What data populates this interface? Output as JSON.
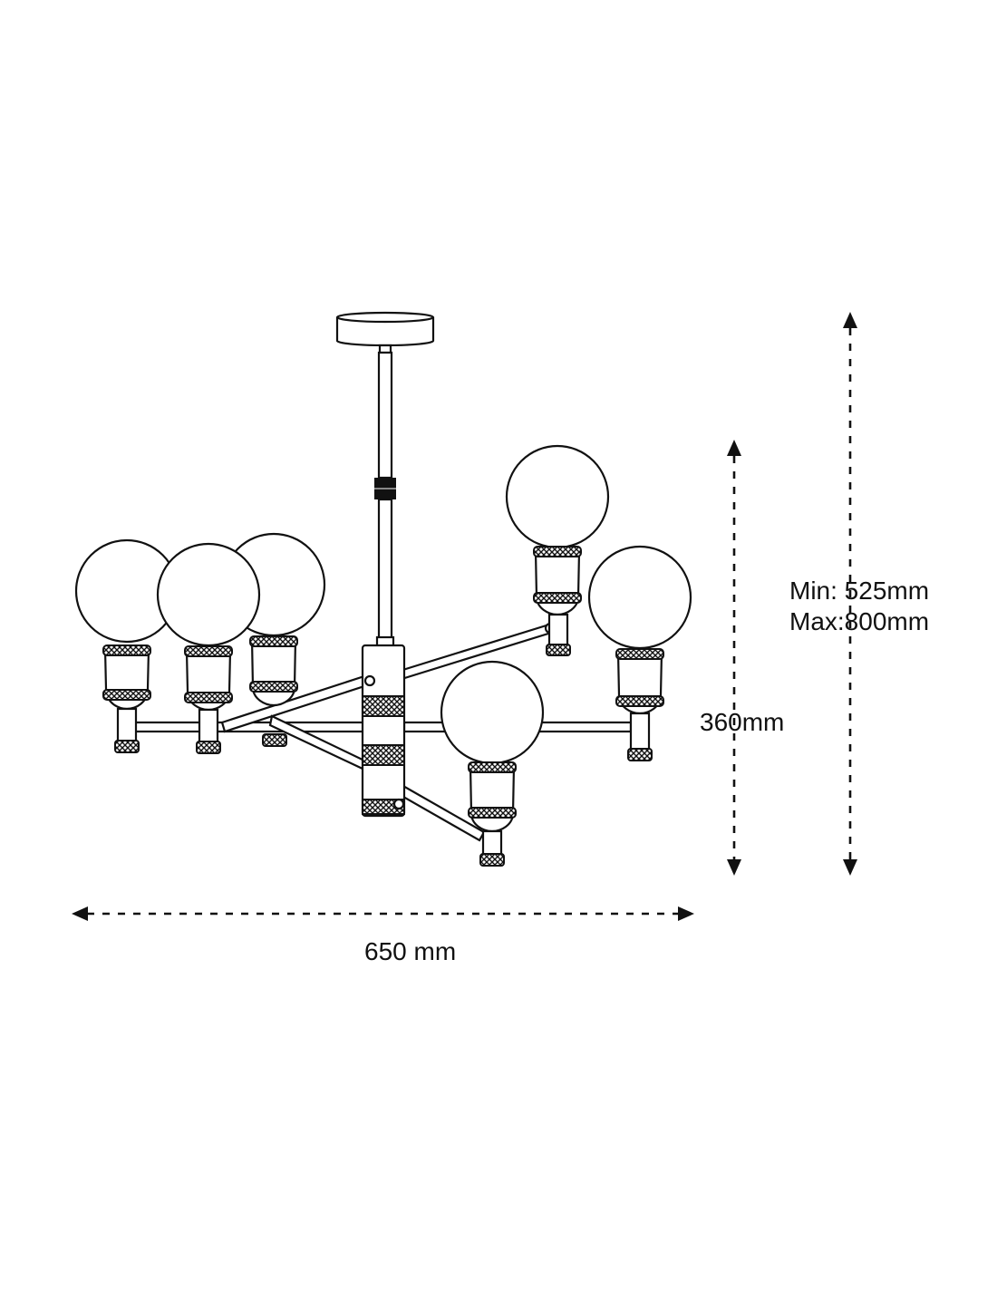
{
  "dimensions": {
    "total_height_min": "Min: 525mm",
    "total_height_max": "Max:800mm",
    "body_height": "360mm",
    "width": "650 mm"
  },
  "colors": {
    "line": "#111111",
    "background": "#ffffff"
  }
}
